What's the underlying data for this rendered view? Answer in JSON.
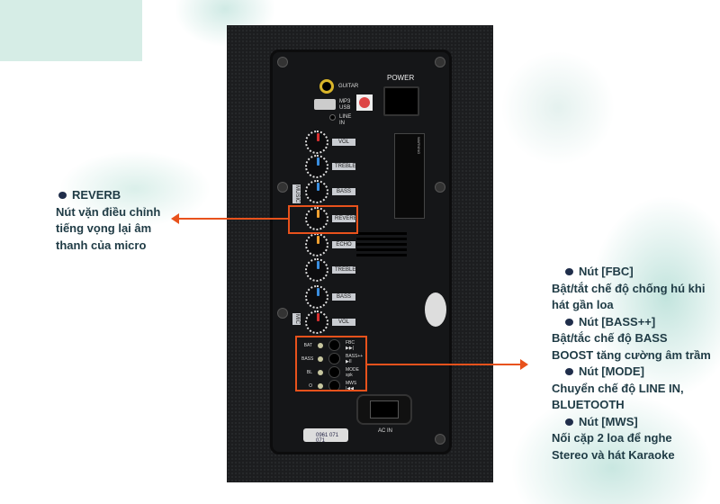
{
  "panel": {
    "guitar": "GUITAR",
    "mp3_usb": "MP3\nUSB",
    "line_in": "LINE\nIN",
    "power": "POWER",
    "music": "MUSIC",
    "mic": "MIC",
    "knobs": [
      {
        "label": "VOL",
        "color": "#d83030"
      },
      {
        "label": "TREBLE",
        "color": "#3a8ee0"
      },
      {
        "label": "BASS",
        "color": "#3a8ee0"
      },
      {
        "label": "REVERB",
        "color": "#f0a030"
      },
      {
        "label": "ECHO",
        "color": "#f0a030"
      },
      {
        "label": "TREBLE",
        "color": "#3a8ee0"
      },
      {
        "label": "BASS",
        "color": "#3a8ee0"
      },
      {
        "label": "VOL",
        "color": "#d83030"
      }
    ],
    "buttons": [
      {
        "led": "BAT",
        "label": "FBC",
        "sub": "▶▶|"
      },
      {
        "led": "BASS",
        "label": "BASS++",
        "sub": "▶II"
      },
      {
        "led": "BL",
        "label": "MODE",
        "sub": "spk"
      },
      {
        "led": "O",
        "label": "MWS",
        "sub": "|◀◀"
      }
    ],
    "ac_in": "AC IN",
    "hotline": "0961 071 071",
    "warning_label": "WARNING"
  },
  "left_annotation": {
    "title": "REVERB",
    "text": [
      "Nút vặn điều chỉnh",
      "tiếng vọng lại âm",
      "thanh của micro"
    ]
  },
  "right_annotation": [
    {
      "title": "Nút [FBC]",
      "text": [
        "Bật/tắt chế độ chống hú khi",
        "hát gần loa"
      ]
    },
    {
      "title": "Nút [BASS++]",
      "text": [
        "Bật/tắc chế độ BASS",
        "BOOST tăng cường âm trầm"
      ]
    },
    {
      "title": "Nút [MODE]",
      "text": [
        "Chuyển chế độ LINE IN,",
        "BLUETOOTH"
      ]
    },
    {
      "title": "Nút [MWS]",
      "text": [
        "Nối cặp 2 loa để nghe",
        "Stereo và hát Karaoke"
      ]
    }
  ],
  "colors": {
    "accent": "#e8521c",
    "text": "#1f3b45"
  }
}
